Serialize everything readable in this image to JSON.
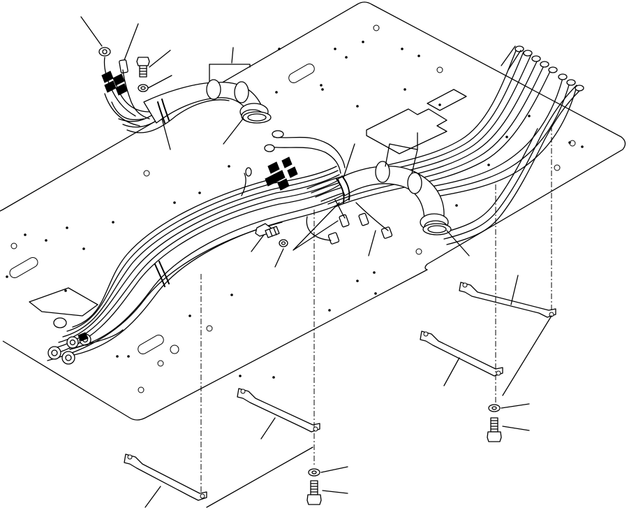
{
  "figure": {
    "kind": "exploded-parts-diagram",
    "subject": "floor-plate-hydraulic-hose-harness",
    "callout_count": 22,
    "icons": [
      "floor-plate",
      "hose-bundle",
      "pipe-elbow",
      "grommet",
      "hose-clamp",
      "mounting-bracket",
      "bolt",
      "washer",
      "leader-line"
    ]
  }
}
